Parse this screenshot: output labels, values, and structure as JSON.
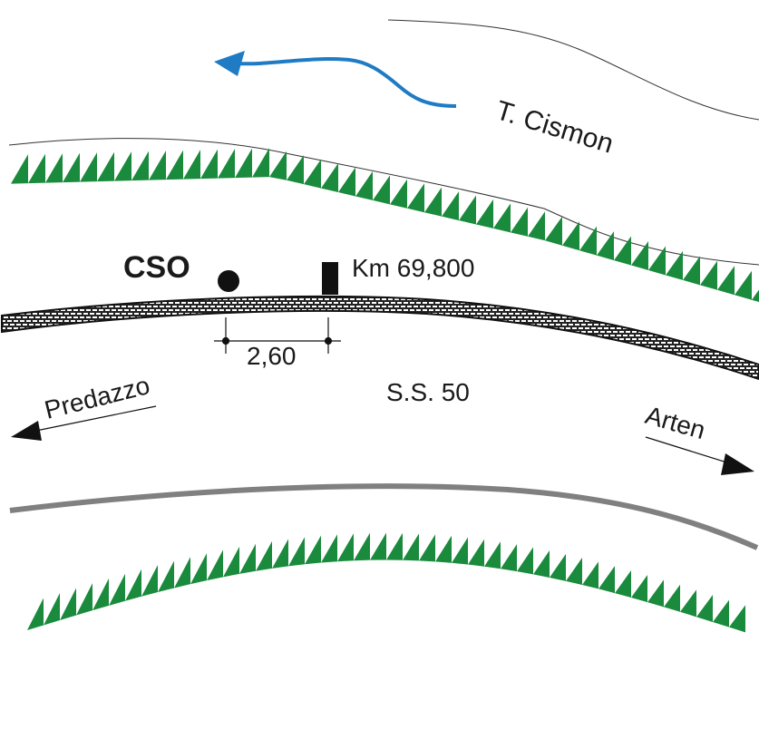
{
  "river": {
    "label": "T. Cismon",
    "flow_color": "#1e7bc4"
  },
  "road": {
    "label": "S.S. 50",
    "direction_left": "Predazzo",
    "direction_right": "Arten"
  },
  "station": {
    "label": "CSO",
    "milestone_label": "Km 69,800",
    "distance_label": "2,60"
  },
  "colors": {
    "vegetation": "#1a8a3c",
    "road_edge": "#808080",
    "ink": "#1a1a1a"
  }
}
